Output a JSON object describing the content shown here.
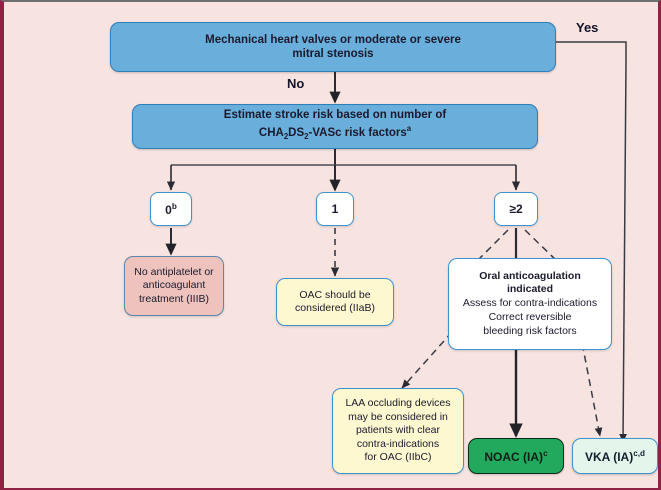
{
  "figure": {
    "type": "clinical-decision-flowchart",
    "background_color": "#f7e4e1",
    "frame_color": "#8e2144"
  },
  "nodes": {
    "mechanical_valve": {
      "line1": "Mechanical heart valves or moderate or severe",
      "line2": "mitral stenosis",
      "color": "#6aaedb"
    },
    "estimate_risk": {
      "line1": "Estimate stroke risk based on number of",
      "line2_prefix": "CHA",
      "line2_sub1": "2",
      "line2_mid": "DS",
      "line2_sub2": "2",
      "line2_suffix": "-VASc risk factors",
      "line2_sup": "a",
      "color": "#6aaedb"
    },
    "score_zero": {
      "value": "0",
      "superscript": "b"
    },
    "score_one": {
      "value": "1"
    },
    "score_two_plus": {
      "value": "≥2"
    },
    "no_treatment": {
      "line1": "No antiplatelet or",
      "line2": "anticoagulant",
      "line3": "treatment (IIIB)",
      "color": "#eec3bd"
    },
    "oac_considered": {
      "line1": "OAC should be",
      "line2": "considered (IIaB)",
      "color": "#fdf8cf"
    },
    "oral_anticoagulation": {
      "title1": "Oral anticoagulation",
      "title2": "indicated",
      "line1": "Assess for contra-indications",
      "line2": "Correct reversible",
      "line3": "bleeding risk factors",
      "color": "#ffffff"
    },
    "laa_devices": {
      "line1": "LAA occluding devices",
      "line2": "may be considered in",
      "line3": "patients with clear",
      "line4": "contra-indications",
      "line5": "for OAC (IIbC)",
      "color": "#fdf8cf"
    },
    "noac": {
      "label": "NOAC (IA)",
      "superscript": "c",
      "color": "#23a95e"
    },
    "vka": {
      "label": "VKA (IA)",
      "superscript": "c,d",
      "color": "#e4f5ec"
    }
  },
  "edges": {
    "yes_label": "Yes",
    "no_label": "No"
  }
}
